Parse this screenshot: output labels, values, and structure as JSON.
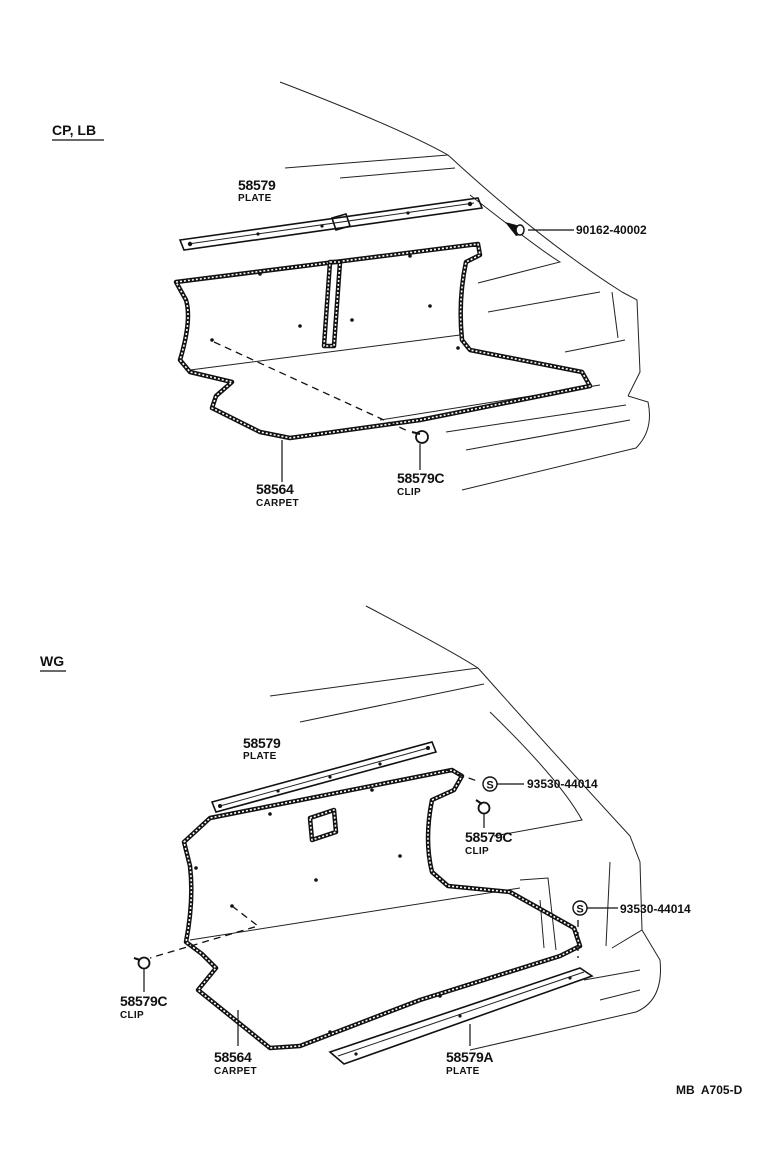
{
  "sections": [
    {
      "variant": "CP, LB",
      "parts": [
        {
          "number": "58579",
          "name": "PLATE"
        },
        {
          "number": "90162-40002",
          "name": ""
        },
        {
          "number": "58564",
          "name": "CARPET"
        },
        {
          "number": "58579C",
          "name": "CLIP"
        }
      ]
    },
    {
      "variant": "WG",
      "parts": [
        {
          "number": "58579",
          "name": "PLATE"
        },
        {
          "number": "93530-44014",
          "name": ""
        },
        {
          "number": "58579C",
          "name": "CLIP"
        },
        {
          "number": "93530-44014",
          "name": ""
        },
        {
          "number": "58579C",
          "name": "CLIP"
        },
        {
          "number": "58564",
          "name": "CARPET"
        },
        {
          "number": "58579A",
          "name": "PLATE"
        }
      ]
    }
  ],
  "symbols": {
    "standard_part_mark": "S"
  },
  "footer": {
    "code": "MB  A705-D"
  }
}
